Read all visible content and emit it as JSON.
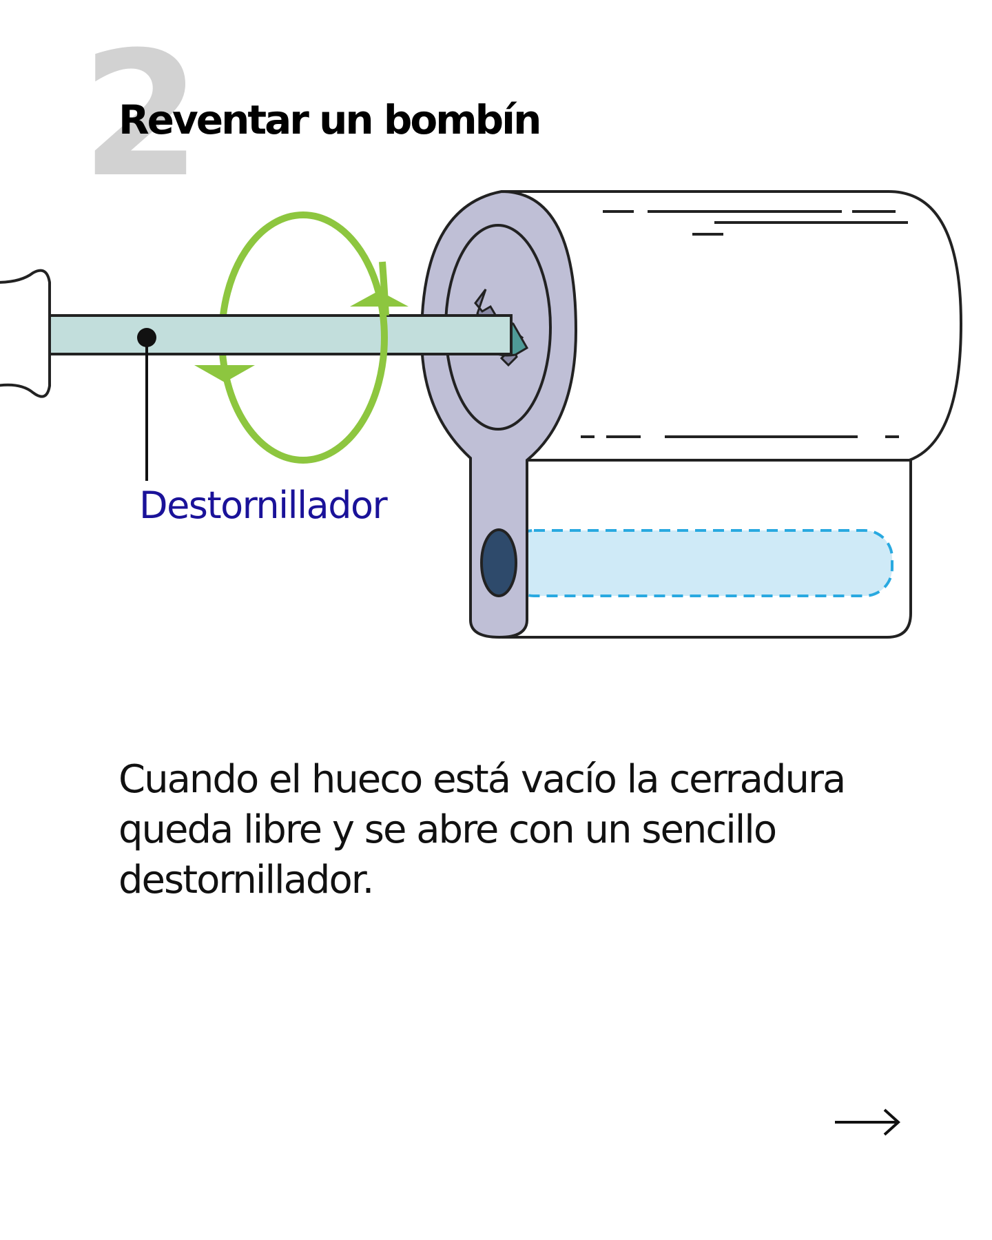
{
  "step": {
    "number": "2",
    "title": "Reventar un bombín"
  },
  "diagram": {
    "tool_label": "Destornillador",
    "colors": {
      "label": "#1a1299",
      "rotation_arrows": "#8dc63f",
      "cylinder_face": "#bfbfd6",
      "screwdriver_shaft": "#c2dedc",
      "cam_channel": "#cfeaf7",
      "cam_channel_border": "#29a9e0",
      "cam_hole": "#2e4a6b",
      "plug_tip": "#4f9a97"
    },
    "icons": [
      "screwdriver-icon",
      "rotation-arrows-icon",
      "lock-cylinder-icon"
    ]
  },
  "description": "Cuando el hueco está vacío la cerradura queda libre y se abre con un sencillo destornillador.",
  "navigation": {
    "next_icon": "arrow-right-icon"
  }
}
